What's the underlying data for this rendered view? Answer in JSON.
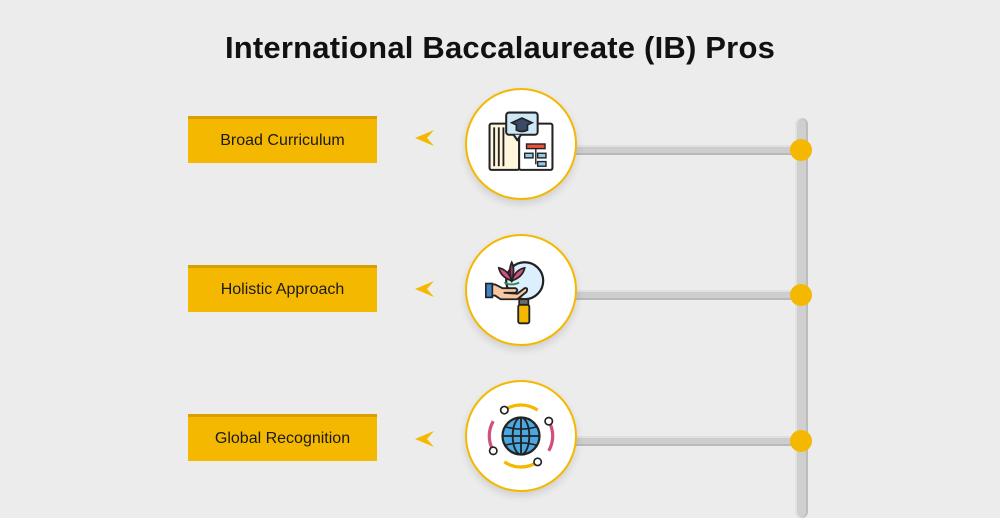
{
  "title": "International Baccalaureate (IB) Pros",
  "accent_color": "#f5b800",
  "items": [
    {
      "label": "Broad Curriculum",
      "icon": "book-graduation-cap-icon"
    },
    {
      "label": "Holistic Approach",
      "icon": "hand-lotus-magnifier-icon"
    },
    {
      "label": "Global Recognition",
      "icon": "globe-cycle-icon"
    }
  ]
}
